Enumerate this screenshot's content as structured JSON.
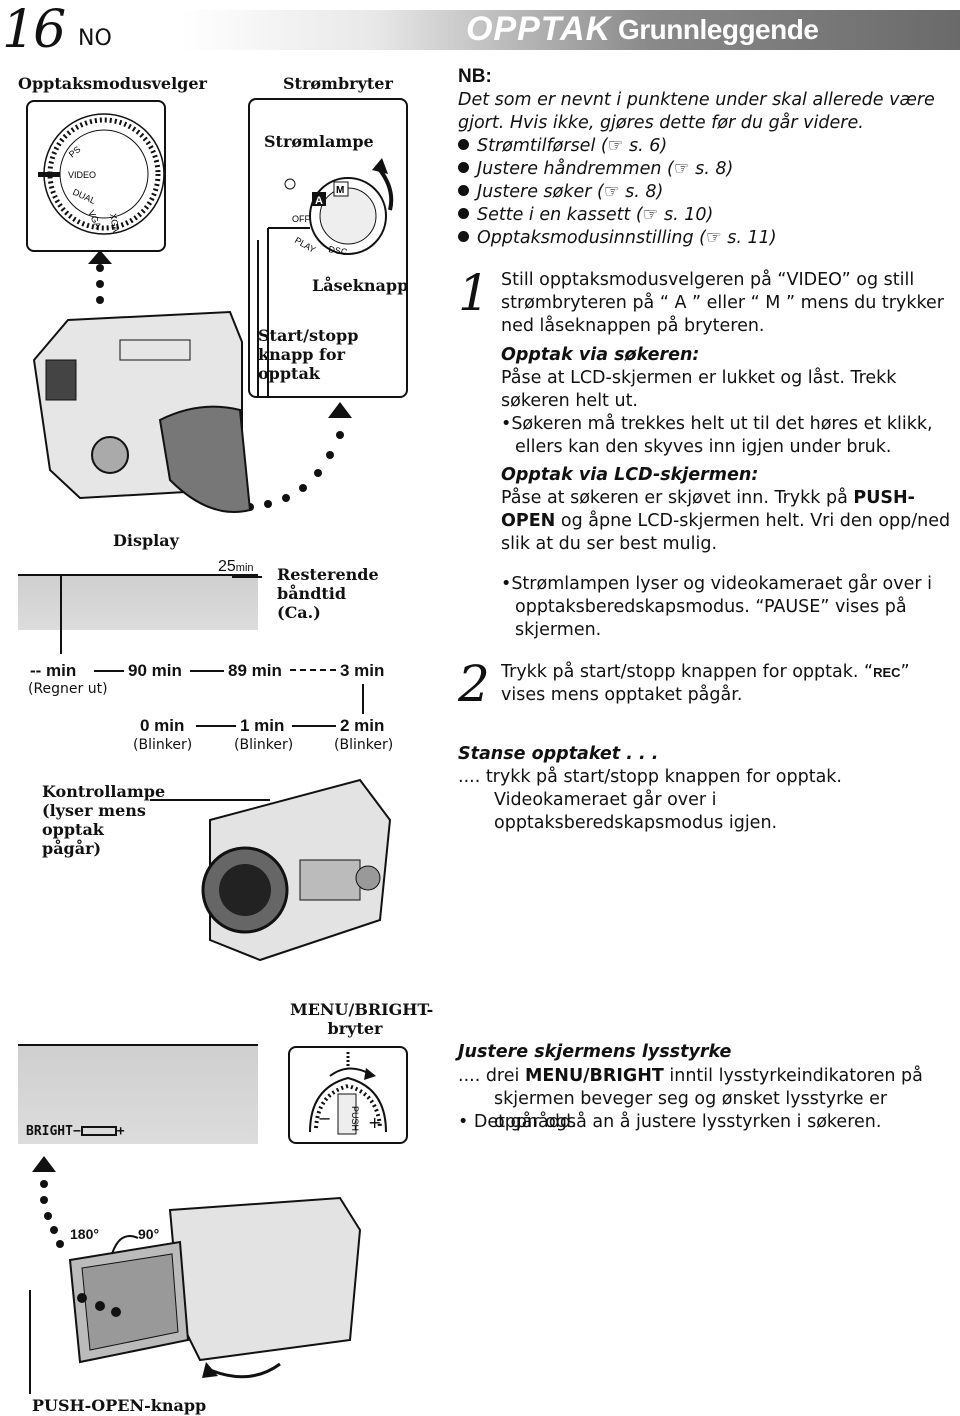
{
  "header": {
    "page_number": "16",
    "lang_code": "NO",
    "section": "OPPTAK",
    "subtitle": "Grunnleggende videoopptak"
  },
  "left": {
    "mode_selector_label": "Opptaksmodusvelger",
    "power_switch_label": "Strømbryter",
    "power_lamp_label": "Strømlampe",
    "lock_button_label": "Låseknapp",
    "start_stop_label": "Start/stopp knapp for opptak",
    "dial_labels": [
      "PS",
      "VIDEO",
      "DUAL",
      "VGA",
      "XGA"
    ],
    "switch_labels": [
      "A",
      "M",
      "OFF",
      "PLAY",
      "DSC"
    ],
    "display_label": "Display",
    "display_value": "25",
    "display_unit": "min",
    "remaining_label": "Resterende båndtid (Ca.)",
    "count_top": [
      "-- min",
      "90 min",
      "89 min",
      "3 min"
    ],
    "count_top_note": "(Regner ut)",
    "count_bottom": [
      "0 min",
      "1 min",
      "2 min"
    ],
    "count_bottom_note": "(Blinker)",
    "tally_label": "Kontrollampe (lyser mens opptak pågår)",
    "menu_label": "MENU/BRIGHT-bryter",
    "bright_label": "BRIGHT",
    "bright_minus": "−",
    "bright_plus": "+",
    "angle_180": "180°",
    "angle_90": "90°",
    "push_open_label": "PUSH-OPEN-knapp",
    "push_label": "PUSH"
  },
  "nb": {
    "title": "NB:",
    "intro": "Det som er nevnt i punktene under skal allerede være gjort. Hvis ikke, gjøres dette før du går videre.",
    "items": [
      {
        "text": "Strømtilførsel (",
        "ref": "s. 6)"
      },
      {
        "text": "Justere håndremmen (",
        "ref": "s. 8)"
      },
      {
        "text": "Justere søker (",
        "ref": "s. 8)"
      },
      {
        "text": "Sette i en kassett (",
        "ref": "s. 10)"
      },
      {
        "text": "Opptaksmodusinnstilling (",
        "ref": "s. 11)"
      }
    ]
  },
  "step1": {
    "number": "1",
    "text": "Still opptaksmodusvelgeren på “VIDEO” og still strømbryteren på “ A ” eller “ M ” mens du trykker ned låseknappen på bryteren.",
    "viewfinder_heading": "Opptak via søkeren:",
    "viewfinder_text": "Påse at LCD-skjermen er lukket og låst. Trekk søkeren helt ut.",
    "viewfinder_bullet": "Søkeren må trekkes helt ut til det høres et klikk, ellers kan den skyves inn igjen under bruk.",
    "lcd_heading": "Opptak via LCD-skjermen:",
    "lcd_text_a": "Påse at søkeren er skjøvet inn. Trykk på ",
    "lcd_text_bold": "PUSH-OPEN",
    "lcd_text_b": " og åpne LCD-skjermen helt. Vri den opp/ned slik at du ser best mulig.",
    "lamp_bullet": "Strømlampen lyser og videokameraet går over i opptaksberedskapsmodus. “PAUSE” vises på skjermen."
  },
  "step2": {
    "number": "2",
    "text_a": "Trykk på start/stopp knappen for opptak. “",
    "rec_icon": "REC",
    "text_b": "” vises mens opptaket pågår."
  },
  "stop": {
    "heading": "Stanse opptaket . . .",
    "text": ".... trykk på start/stopp knappen for opptak. Videokameraet går over i opptaksberedskapsmodus igjen."
  },
  "brightness": {
    "heading": "Justere skjermens lysstyrke",
    "text_a": ".... drei ",
    "text_bold": "MENU/BRIGHT",
    "text_b": " inntil lysstyrkeindikatoren på skjermen beveger seg og ønsket lysstyrke er oppnådd.",
    "bullet": "Det går også an å justere lysstyrken i søkeren."
  }
}
